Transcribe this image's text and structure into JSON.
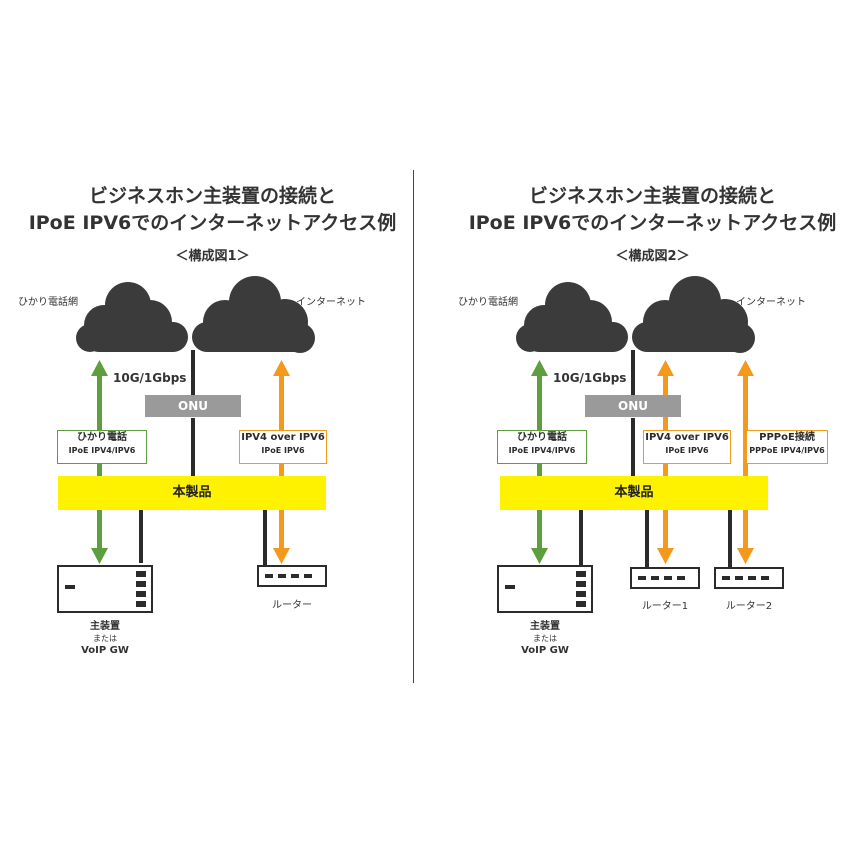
{
  "colors": {
    "cloud": "#3b3b3b",
    "green_arrow": "#5e9e3e",
    "orange_arrow": "#f39a1d",
    "onu": "#9a9a9a",
    "product": "#fff200",
    "line": "#2b2b2b"
  },
  "panels": [
    {
      "title_line1": "ビジネスホン主装置の接続と",
      "title_line2": "IPoE IPV6でのインターネットアクセス例",
      "subtitle": "＜構成図1＞",
      "cloud_left_label": "ひかり電話網",
      "cloud_right_label": "インターネット",
      "speed": "10G/1Gbps",
      "onu": "ONU",
      "product": "本製品",
      "box_green_line1": "ひかり電話",
      "box_green_line2": "IPoE IPV4/IPV6",
      "box_orange_line1": "IPV4 over IPV6",
      "box_orange_line2": "IPoE IPV6",
      "device_main_line1": "主装置",
      "device_main_line2": "または",
      "device_main_line3": "VoIP GW",
      "router_label": "ルーター"
    },
    {
      "title_line1": "ビジネスホン主装置の接続と",
      "title_line2": "IPoE IPV6でのインターネットアクセス例",
      "subtitle": "＜構成図2＞",
      "cloud_left_label": "ひかり電話網",
      "cloud_right_label": "インターネット",
      "speed": "10G/1Gbps",
      "onu": "ONU",
      "product": "本製品",
      "box_green_line1": "ひかり電話",
      "box_green_line2": "IPoE IPV4/IPV6",
      "box_orange_line1": "IPV4 over IPV6",
      "box_orange_line2": "IPoE IPV6",
      "box_pppoe_line1": "PPPoE接続",
      "box_pppoe_line2": "PPPoE IPV4/IPV6",
      "device_main_line1": "主装置",
      "device_main_line2": "または",
      "device_main_line3": "VoIP GW",
      "router1_label": "ルーター1",
      "router2_label": "ルーター2"
    }
  ]
}
